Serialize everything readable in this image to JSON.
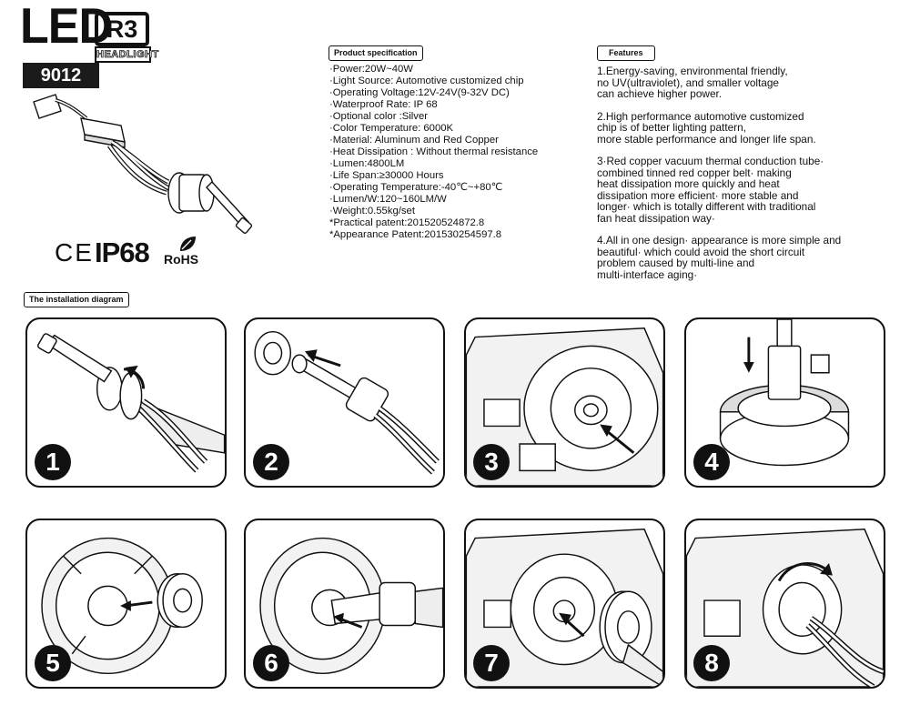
{
  "brand": {
    "led": "LED",
    "model": "R3",
    "sub": "HEADLIGHT",
    "code": "9012"
  },
  "certifications": {
    "ce": "CE",
    "ip": "IP68",
    "rohs": "RoHS"
  },
  "spec": {
    "header": "Product specification",
    "items": [
      "·Power:20W~40W",
      "·Light Source: Automotive customized chip",
      "·Operating Voltage:12V-24V(9-32V DC)",
      "·Waterproof Rate: IP 68",
      "·Optional color :Silver",
      "·Color Temperature: 6000K",
      "·Material: Aluminum and Red Copper",
      "·Heat Dissipation : Without thermal resistance",
      "·Lumen:4800LM",
      "·Life Span:≥30000 Hours",
      "·Operating Temperature:-40℃~+80℃",
      "·Lumen/W:120~160LM/W",
      "·Weight:0.55kg/set",
      "*Practical patent:201520524872.8",
      "*Appearance Patent:201530254597.8"
    ]
  },
  "features": {
    "header": "Features",
    "items": [
      [
        "1.Energy-saving, environmental friendly,",
        "no UV(ultraviolet), and smaller voltage",
        "can achieve higher power."
      ],
      [
        "2.High performance automotive customized",
        "chip is of better lighting pattern,",
        "more stable performance and longer life span."
      ],
      [
        "3·Red copper vacuum thermal conduction tube·",
        "combined tinned red copper belt· making",
        "heat dissipation more quickly and heat",
        "dissipation more efficient· more stable and",
        "longer· which is totally different with traditional",
        "fan heat dissipation way·"
      ],
      [
        "4.All in one design· appearance is more simple and",
        "beautiful·   which could avoid the short circuit",
        "problem caused by multi-line and",
        "multi-interface aging·"
      ]
    ]
  },
  "installation": {
    "header": "The installation diagram",
    "steps": [
      "1",
      "2",
      "3",
      "4",
      "5",
      "6",
      "7",
      "8"
    ]
  }
}
